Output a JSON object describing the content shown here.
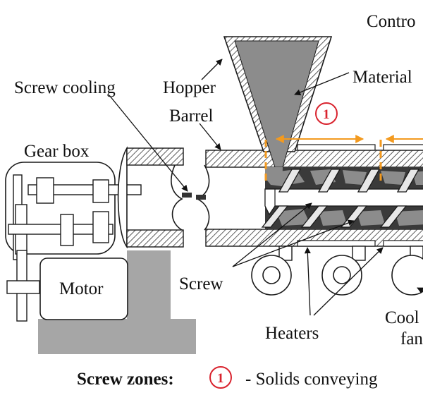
{
  "labels": {
    "control": "Contro",
    "material": "Material",
    "screw_cooling": "Screw cooling",
    "hopper": "Hopper",
    "barrel": "Barrel",
    "gear_box": "Gear box",
    "motor": "Motor",
    "screw": "Screw",
    "heaters": "Heaters",
    "cooling_line1": "Cool",
    "cooling_line2": "fan"
  },
  "zone_marker": {
    "number": "1"
  },
  "legend": {
    "title": "Screw zones:",
    "number": "1",
    "text": "- Solids conveying"
  },
  "colors": {
    "material": "#8c8c8c",
    "dark_material": "#3a3a3a",
    "base": "#a6a6a6",
    "zone_accent": "#f39a1f",
    "badge_red": "#d9232e",
    "outline": "#1a1a1a"
  }
}
